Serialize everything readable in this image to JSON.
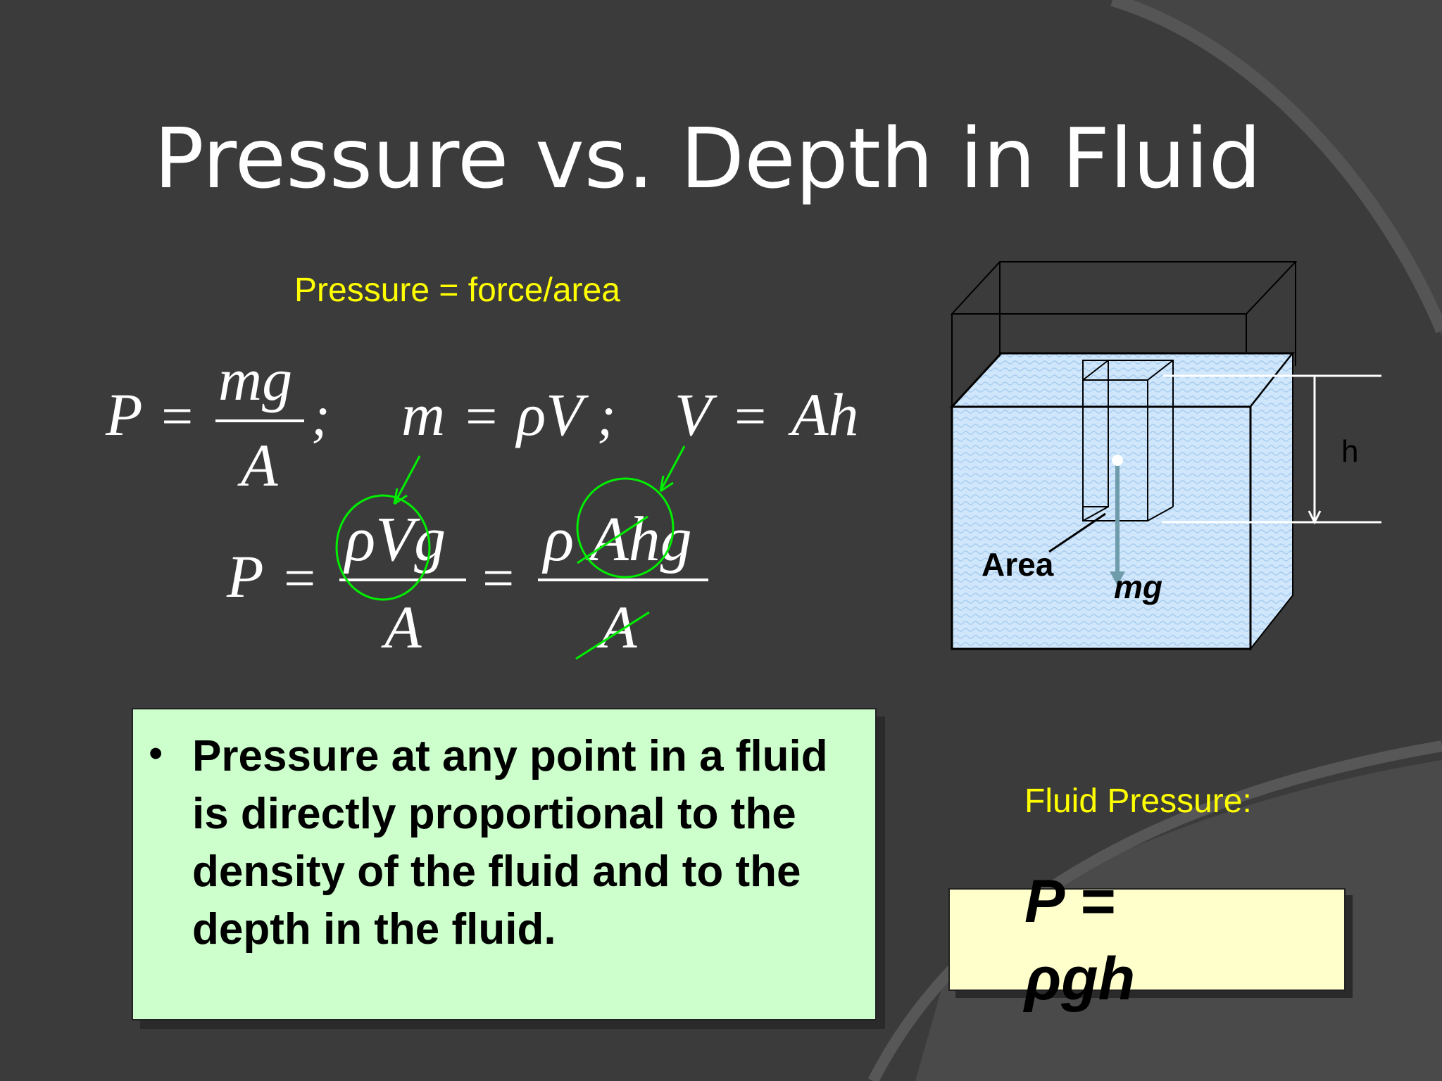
{
  "slide": {
    "title": "Pressure vs. Depth in Fluid",
    "subtitle": "Pressure = force/area",
    "equations": {
      "row1": {
        "p": "P",
        "eq": "=",
        "num": "mg",
        "den": "A",
        "semi1": ";",
        "m": "m",
        "eq2": "=",
        "rhoV": "ρV",
        "semi2": ";",
        "v": "V",
        "eq3": "=",
        "ah": "Ah"
      },
      "row2": {
        "p": "P",
        "eq": "=",
        "num1": "ρVg",
        "den1": "A",
        "eq2": "=",
        "num2": "ρ Ahg",
        "den2": "A"
      }
    },
    "diagram": {
      "label_h": "h",
      "label_area": "Area",
      "label_mg": "mg",
      "water_color": "#cfe6fb",
      "arrow_color": "#6f9cab"
    },
    "annotation_color": "#00ee00",
    "note": {
      "bullet": "•",
      "text": "Pressure at any point in a fluid is directly proportional to the density of the fluid and to the depth in the fluid."
    },
    "fluid_pressure_label": "Fluid Pressure:",
    "formula": "P = ρgh"
  }
}
